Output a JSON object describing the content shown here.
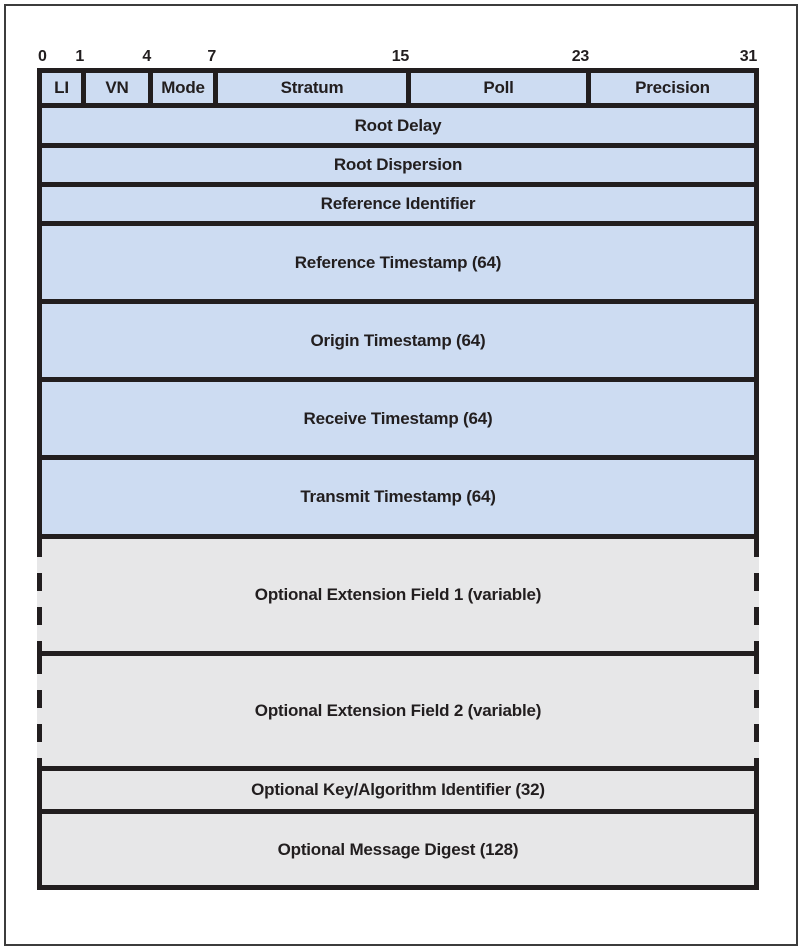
{
  "packet_diagram": {
    "bit_labels": [
      "0",
      "1",
      "4",
      "7",
      "15",
      "23",
      "31"
    ],
    "header_row": {
      "fields": [
        {
          "label": "LI"
        },
        {
          "label": "VN"
        },
        {
          "label": "Mode"
        },
        {
          "label": "Stratum"
        },
        {
          "label": "Poll"
        },
        {
          "label": "Precision"
        }
      ]
    },
    "rows": [
      {
        "label": "Root Delay",
        "style": "required"
      },
      {
        "label": "Root Dispersion",
        "style": "required"
      },
      {
        "label": "Reference Identifier",
        "style": "required"
      },
      {
        "label": "Reference Timestamp (64)",
        "style": "required"
      },
      {
        "label": "Origin Timestamp (64)",
        "style": "required"
      },
      {
        "label": "Receive Timestamp (64)",
        "style": "required"
      },
      {
        "label": "Transmit Timestamp (64)",
        "style": "required"
      },
      {
        "label": "Optional Extension Field 1 (variable)",
        "style": "optional-dashed"
      },
      {
        "label": "Optional Extension Field 2 (variable)",
        "style": "optional-dashed"
      },
      {
        "label": "Optional Key/Algorithm Identifier (32)",
        "style": "optional"
      },
      {
        "label": "Optional Message Digest (128)",
        "style": "optional"
      }
    ],
    "colors": {
      "required_fill": "#cddcf2",
      "optional_fill": "#e7e7e8",
      "border": "#221e1f",
      "frame": "#3c3c3c"
    }
  }
}
